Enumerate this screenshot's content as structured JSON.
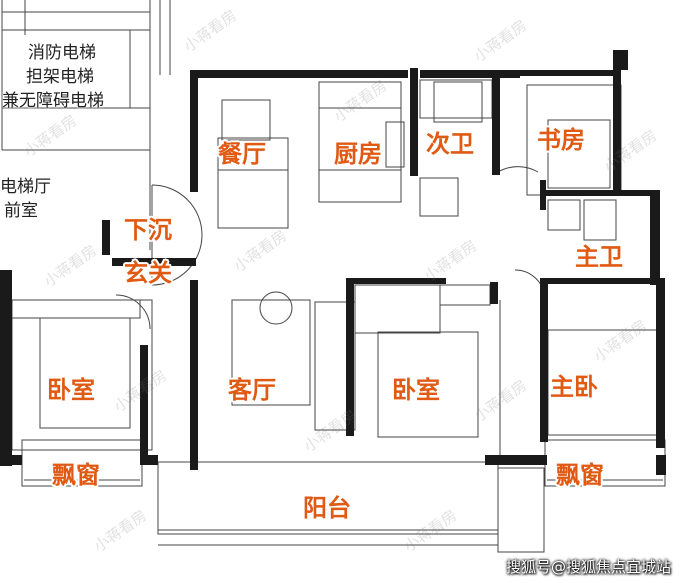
{
  "rooms": {
    "dining": "餐厅",
    "kitchen": "厨房",
    "second_bath": "次卫",
    "study": "书房",
    "sunken_entry_1": "下沉",
    "sunken_entry_2": "玄关",
    "master_bath": "主卫",
    "bedroom_left": "卧室",
    "living": "客厅",
    "bedroom_mid": "卧室",
    "master_bedroom": "主卧",
    "bay_window_left": "飘窗",
    "bay_window_right": "飘窗",
    "balcony": "阳台"
  },
  "annotations": {
    "elevator_1": "消防电梯",
    "elevator_2": "担架电梯",
    "elevator_3": "兼无障碍电梯",
    "lobby_1": "电梯厅",
    "lobby_2": "前室"
  },
  "watermark": "小蒋看房",
  "footer": "搜狐号@搜狐焦点宜城站",
  "colors": {
    "label": "#e05a14",
    "wall": "#1a1a1a"
  }
}
